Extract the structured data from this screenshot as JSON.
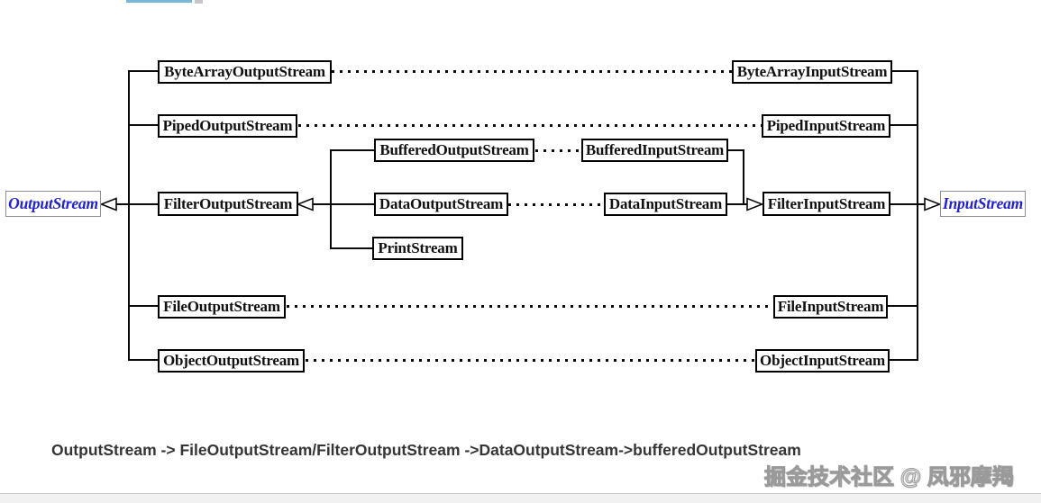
{
  "diagram": {
    "title_hint": "Java IO stream class hierarchy",
    "nodes": {
      "outputStream": "OutputStream",
      "byteArrayOutputStream": "ByteArrayOutputStream",
      "pipedOutputStream": "PipedOutputStream",
      "filterOutputStream": "FilterOutputStream",
      "bufferedOutputStream": "BufferedOutputStream",
      "dataOutputStream": "DataOutputStream",
      "printStream": "PrintStream",
      "fileOutputStream": "FileOutputStream",
      "objectOutputStream": "ObjectOutputStream",
      "inputStream": "InputStream",
      "byteArrayInputStream": "ByteArrayInputStream",
      "pipedInputStream": "PipedInputStream",
      "filterInputStream": "FilterInputStream",
      "bufferedInputStream": "BufferedInputStream",
      "dataInputStream": "DataInputStream",
      "fileInputStream": "FileInputStream",
      "objectInputStream": "ObjectInputStream"
    },
    "colors": {
      "root_text": "#2121cd",
      "root_border": "#8f8f8f",
      "node_border": "#000000",
      "line": "#0a0a0a",
      "top_link": "#79b6d8"
    }
  },
  "caption": {
    "text": "OutputStream -> FileOutputStream/FilterOutputStream ->DataOutputStream->bufferedOutputStream"
  },
  "watermark": {
    "text": "掘金技术社区 @ 凤邪摩羯"
  }
}
